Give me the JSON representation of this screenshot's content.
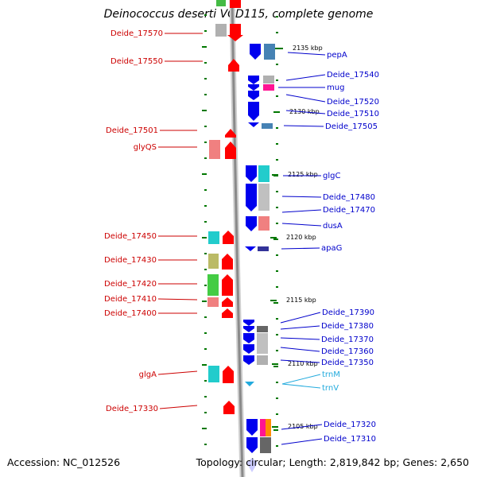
{
  "title": "Deinococcus deserti VCD115, complete genome",
  "accession": "Accession: NC_012526",
  "topology": "Topology: circular; Length: 2,819,842 bp; Genes: 2,650",
  "colors": {
    "forward": "#ff0000",
    "reverse": "#0000ee",
    "left_label": "#cc0000",
    "right_label": "#0000cc",
    "trna": "#22aadd",
    "tick": "#007700",
    "backbone": "#8a8a8a"
  },
  "kbp_markers": [
    "2135 kbp",
    "2130 kbp",
    "2125 kbp",
    "2120 kbp",
    "2115 kbp",
    "2110 kbp",
    "2105 kbp"
  ],
  "left_labels": [
    "Deide_17570",
    "Deide_17550",
    "Deide_17501",
    "glyQS",
    "Deide_17450",
    "Deide_17430",
    "Deide_17420",
    "Deide_17410",
    "Deide_17400",
    "glgA",
    "Deide_17330"
  ],
  "right_labels": [
    "pepA",
    "Deide_17540",
    "mug",
    "Deide_17520",
    "Deide_17510",
    "Deide_17505",
    "glgC",
    "Deide_17480",
    "Deide_17470",
    "dusA",
    "apaG",
    "Deide_17390",
    "Deide_17380",
    "Deide_17370",
    "Deide_17360",
    "Deide_17350",
    "trnM",
    "trnV",
    "Deide_17320",
    "Deide_17310"
  ]
}
